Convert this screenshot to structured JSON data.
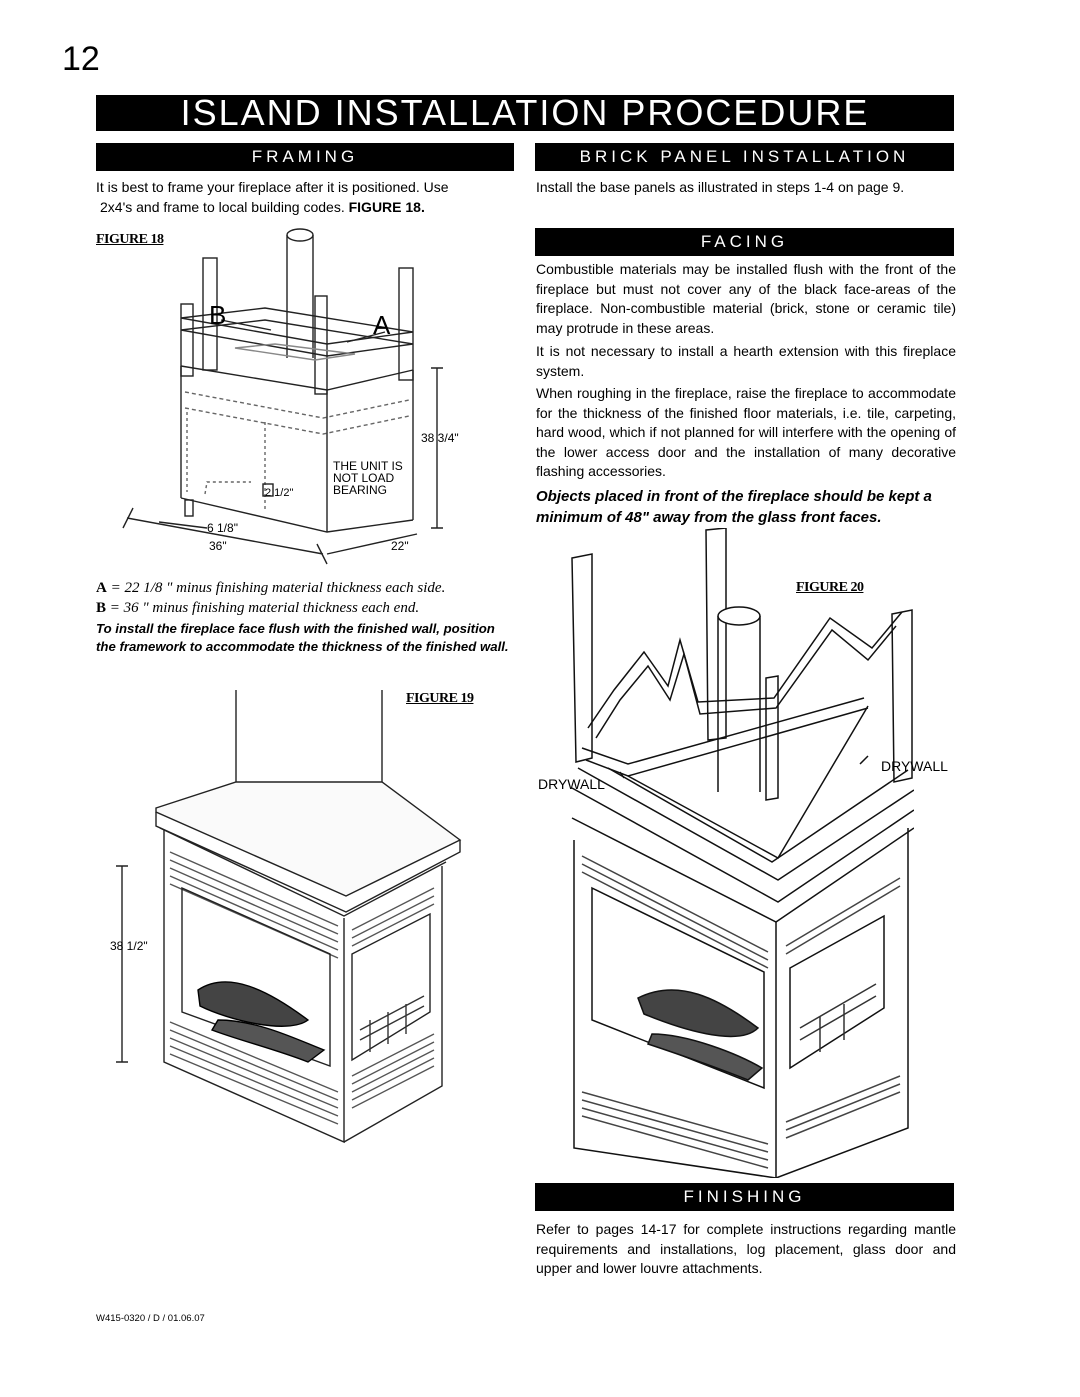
{
  "page": {
    "number": "12",
    "title": "ISLAND INSTALLATION PROCEDURE",
    "footer_code": "W415-0320 / D / 01.06.07"
  },
  "framing": {
    "heading": "FRAMING",
    "text_1": "It is best to frame your fireplace after it is positioned. Use",
    "text_2a": "2x4's and frame to local building codes. ",
    "text_2b": "FIGURE 18.",
    "figure18": {
      "label": "FIGURE 18",
      "letter_b": "B",
      "letter_a": "A",
      "dim_height": "38 3/4\"",
      "dim_small": "2 1/2\"",
      "dim_depth": "6 1/8\"",
      "dim_width": "36\"",
      "dim_side": "22\"",
      "note_1": "THE UNIT IS",
      "note_2": "NOT LOAD",
      "note_3": "BEARING"
    },
    "dim_a_key": "A",
    "dim_a_text": " = 22 1/8 \" minus finishing material thickness each side.",
    "dim_b_key": "B",
    "dim_b_text": " = 36  \" minus finishing material thickness each end.",
    "flush_note": "To install the fireplace face flush with the finished wall, position the framework to accommodate the thickness of the finished wall.",
    "figure19": {
      "label": "FIGURE 19",
      "dim_height": "38 1/2\""
    }
  },
  "brick": {
    "heading": "BRICK PANEL INSTALLATION",
    "text": "Install the base panels as illustrated in steps 1-4 on page 9."
  },
  "facing": {
    "heading": "FACING",
    "para1": "Combustible materials may be installed flush with the front of the fireplace but must not cover any of the black face-areas of the fireplace. Non-combustible material (brick, stone or ceramic tile) may protrude in these areas.",
    "para2": "It is not necessary to install a hearth extension with this fireplace system.",
    "para3": "When roughing in the fireplace, raise the fireplace to accommodate for the thickness of the finished floor materials, i.e. tile, carpeting, hard wood, which if not planned for will interfere with the opening of the lower access door and the installation of many decorative flashing accessories.",
    "warning": "Objects placed in front of the fireplace should be kept a minimum of 48\" away from the glass front faces.",
    "figure20": {
      "label": "FIGURE 20",
      "drywall_left": "DRYWALL",
      "drywall_right": "DRYWALL"
    }
  },
  "finishing": {
    "heading": "FINISHING",
    "text": "Refer to pages 14-17 for complete instructions regarding mantle requirements and installations, log placement, glass door and upper and lower louvre attachments."
  }
}
